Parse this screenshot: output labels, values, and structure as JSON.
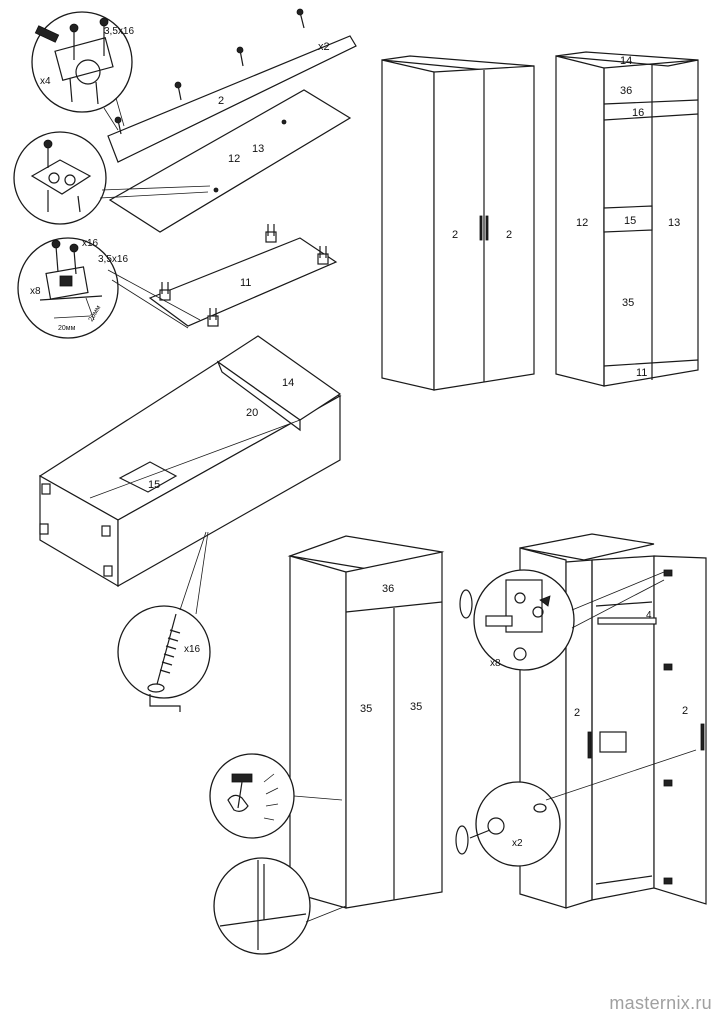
{
  "top_panels": {
    "panel_2": "2",
    "qty_2": "x2",
    "screw_spec": "3,5x16",
    "qty_4": "x4",
    "panel_12": "12",
    "panel_13": "13",
    "panel_11": "11",
    "qty_16": "x16",
    "screw_spec_b": "3,5x16",
    "qty_8": "x8",
    "dim_a": "20мм",
    "dim_b": "20мм"
  },
  "box_assembly": {
    "panel_14": "14",
    "panel_20": "20",
    "panel_15": "15",
    "qty_16": "x16"
  },
  "wardrobe_closed": {
    "left_door": "2",
    "right_door": "2"
  },
  "wardrobe_open": {
    "top": "14",
    "shelf_36": "36",
    "shelf_16": "16",
    "left_side": "12",
    "mid_15": "15",
    "right_side": "13",
    "back_35": "35",
    "bottom": "11"
  },
  "back_view": {
    "top_36": "36",
    "left_35": "35",
    "right_35": "35"
  },
  "doors_view": {
    "left_door": "2",
    "right_door": "2",
    "shelf": "4",
    "hinge_qty": "x8",
    "knob_qty": "x2"
  },
  "watermark": "masternix.ru"
}
